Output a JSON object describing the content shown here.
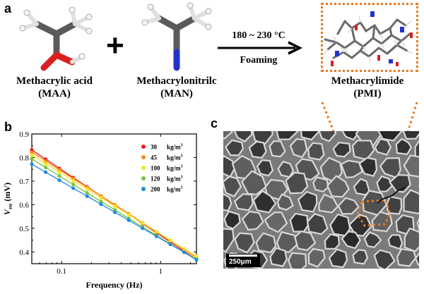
{
  "panels": {
    "a": "a",
    "b": "b",
    "c": "c"
  },
  "panel_a": {
    "maa_label_line1": "Methacrylic acid",
    "maa_label_line2": "(MAA)",
    "man_label_line1": "Methacrylonitrilc",
    "man_label_line2": "(MAN)",
    "plus": "+",
    "condition": "180 ~ 230 °C",
    "process": "Foaming",
    "pmi_label_line1": "Methacrylimide",
    "pmi_label_line2": "(PMI)"
  },
  "panel_c": {
    "scale_bar": "250μm"
  },
  "colors": {
    "carbon": "#5a5a5a",
    "hydrogen": "#f0f0f0",
    "oxygen": "#d82020",
    "nitrogen": "#2233cc",
    "dotted_orange": "#e57a1e"
  },
  "chart_data": {
    "type": "line",
    "xlabel": "Frequency (Hz)",
    "ylabel": "V_sw (mV)",
    "ylabel_main": "V",
    "ylabel_sub": "sw",
    "ylabel_unit": " (mV)",
    "xscale": "log",
    "xlim": [
      0.05,
      2.3
    ],
    "ylim": [
      0.35,
      0.9
    ],
    "xticks": [
      0.1,
      1
    ],
    "xtick_labels": [
      "0.1",
      "1"
    ],
    "yticks": [
      0.4,
      0.5,
      0.6,
      0.7,
      0.8,
      0.9
    ],
    "ytick_labels": [
      "0.4",
      "0.5",
      "0.6",
      "0.7",
      "0.8",
      "0.9"
    ],
    "x": [
      0.05,
      0.069,
      0.095,
      0.131,
      0.181,
      0.25,
      0.345,
      0.476,
      0.657,
      0.907,
      1.252,
      1.728,
      2.3
    ],
    "legend_position": "top-right",
    "series": [
      {
        "name": "30 kg/m³",
        "label": "30",
        "unit": "kg/m",
        "exp": "3",
        "color": "#ee1c1c",
        "values": [
          0.832,
          0.793,
          0.754,
          0.715,
          0.676,
          0.637,
          0.598,
          0.559,
          0.52,
          0.481,
          0.442,
          0.403,
          0.368
        ]
      },
      {
        "name": "45 kg/m³",
        "label": "45",
        "unit": "kg/m",
        "exp": "3",
        "color": "#f68b1f",
        "values": [
          0.822,
          0.785,
          0.748,
          0.711,
          0.674,
          0.637,
          0.6,
          0.562,
          0.524,
          0.486,
          0.448,
          0.41,
          0.376
        ]
      },
      {
        "name": "100 kg/m³",
        "label": "100",
        "unit": "kg/m",
        "exp": "3",
        "color": "#f5e526",
        "values": [
          0.81,
          0.774,
          0.738,
          0.702,
          0.666,
          0.63,
          0.594,
          0.558,
          0.522,
          0.486,
          0.45,
          0.413,
          0.382
        ]
      },
      {
        "name": "120 kg/m³",
        "label": "120",
        "unit": "kg/m",
        "exp": "3",
        "color": "#7dc242",
        "values": [
          0.794,
          0.758,
          0.722,
          0.686,
          0.65,
          0.614,
          0.578,
          0.542,
          0.506,
          0.47,
          0.434,
          0.398,
          0.37
        ]
      },
      {
        "name": "200 kg/m³",
        "label": "200",
        "unit": "kg/m",
        "exp": "3",
        "color": "#1e8fd8",
        "values": [
          0.772,
          0.738,
          0.704,
          0.67,
          0.636,
          0.602,
          0.568,
          0.534,
          0.5,
          0.466,
          0.432,
          0.398,
          0.366
        ]
      }
    ]
  }
}
